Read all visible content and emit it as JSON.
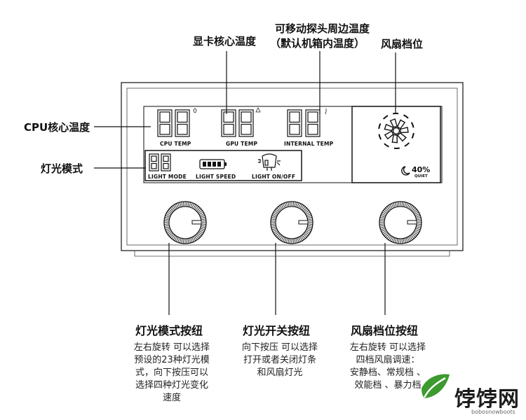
{
  "labels": {
    "gpu_core_temp": "显卡核心温度",
    "probe_temp_line1": "可移动探头周边温度",
    "probe_temp_line2": "（默认机箱内温度）",
    "fan_gear": "风扇档位",
    "cpu_core_temp": "CPU核心温度",
    "light_mode": "灯光模式"
  },
  "panel": {
    "cpu_temp": "CPU TEMP",
    "gpu_temp": "GPU TEMP",
    "internal_temp": "INTERNAL TEMP",
    "light_mode": "LIGHT MODE",
    "light_speed": "LIGHT SPEED",
    "light_onoff": "LIGHT ON/OFF",
    "fan_percent": "40%",
    "fan_mode": "QUIET"
  },
  "knobs": {
    "light_mode": {
      "title": "灯光模式按纽",
      "desc": [
        "左右旋转 可以选择",
        "预设的23种灯光模",
        "式，向下按压可以",
        "选择四种灯光变化",
        "速度"
      ]
    },
    "light_switch": {
      "title": "灯光开关按纽",
      "desc": [
        "向下按压 可以选择",
        "打开或者关闭灯条",
        "和风扇灯光"
      ]
    },
    "fan_gear": {
      "title": "风扇档位按纽",
      "desc": [
        "左右旋转 可以选择",
        "四档风扇调速：",
        "安静档、常规档 、",
        "效能档 、暴力档"
      ]
    }
  },
  "watermark": {
    "text": "饽饽网",
    "url": "bobosnowboots"
  }
}
